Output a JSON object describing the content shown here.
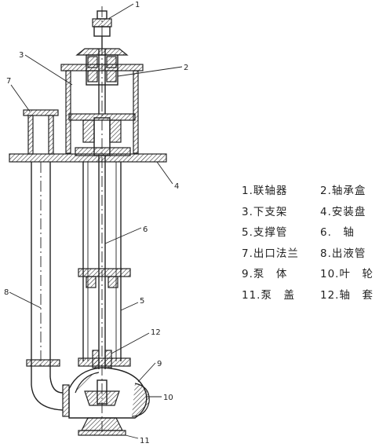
{
  "callouts": [
    {
      "number": "1"
    },
    {
      "number": "2"
    },
    {
      "number": "3"
    },
    {
      "number": "4"
    },
    {
      "number": "5"
    },
    {
      "number": "6"
    },
    {
      "number": "7"
    },
    {
      "number": "8"
    },
    {
      "number": "9"
    },
    {
      "number": "10"
    },
    {
      "number": "11"
    },
    {
      "number": "12"
    }
  ],
  "legend": [
    {
      "left": "1.联轴器",
      "right": "2.轴承盒"
    },
    {
      "left": "3.下支架",
      "right": "4.安装盘"
    },
    {
      "left": "5.支撑管",
      "right": "6.　轴"
    },
    {
      "left": "7.出口法兰",
      "right": "8.出液管"
    },
    {
      "left": "9.泵　体",
      "right": "10.叶　轮"
    },
    {
      "left": "11.泵　盖",
      "right": "12.轴　套"
    }
  ]
}
